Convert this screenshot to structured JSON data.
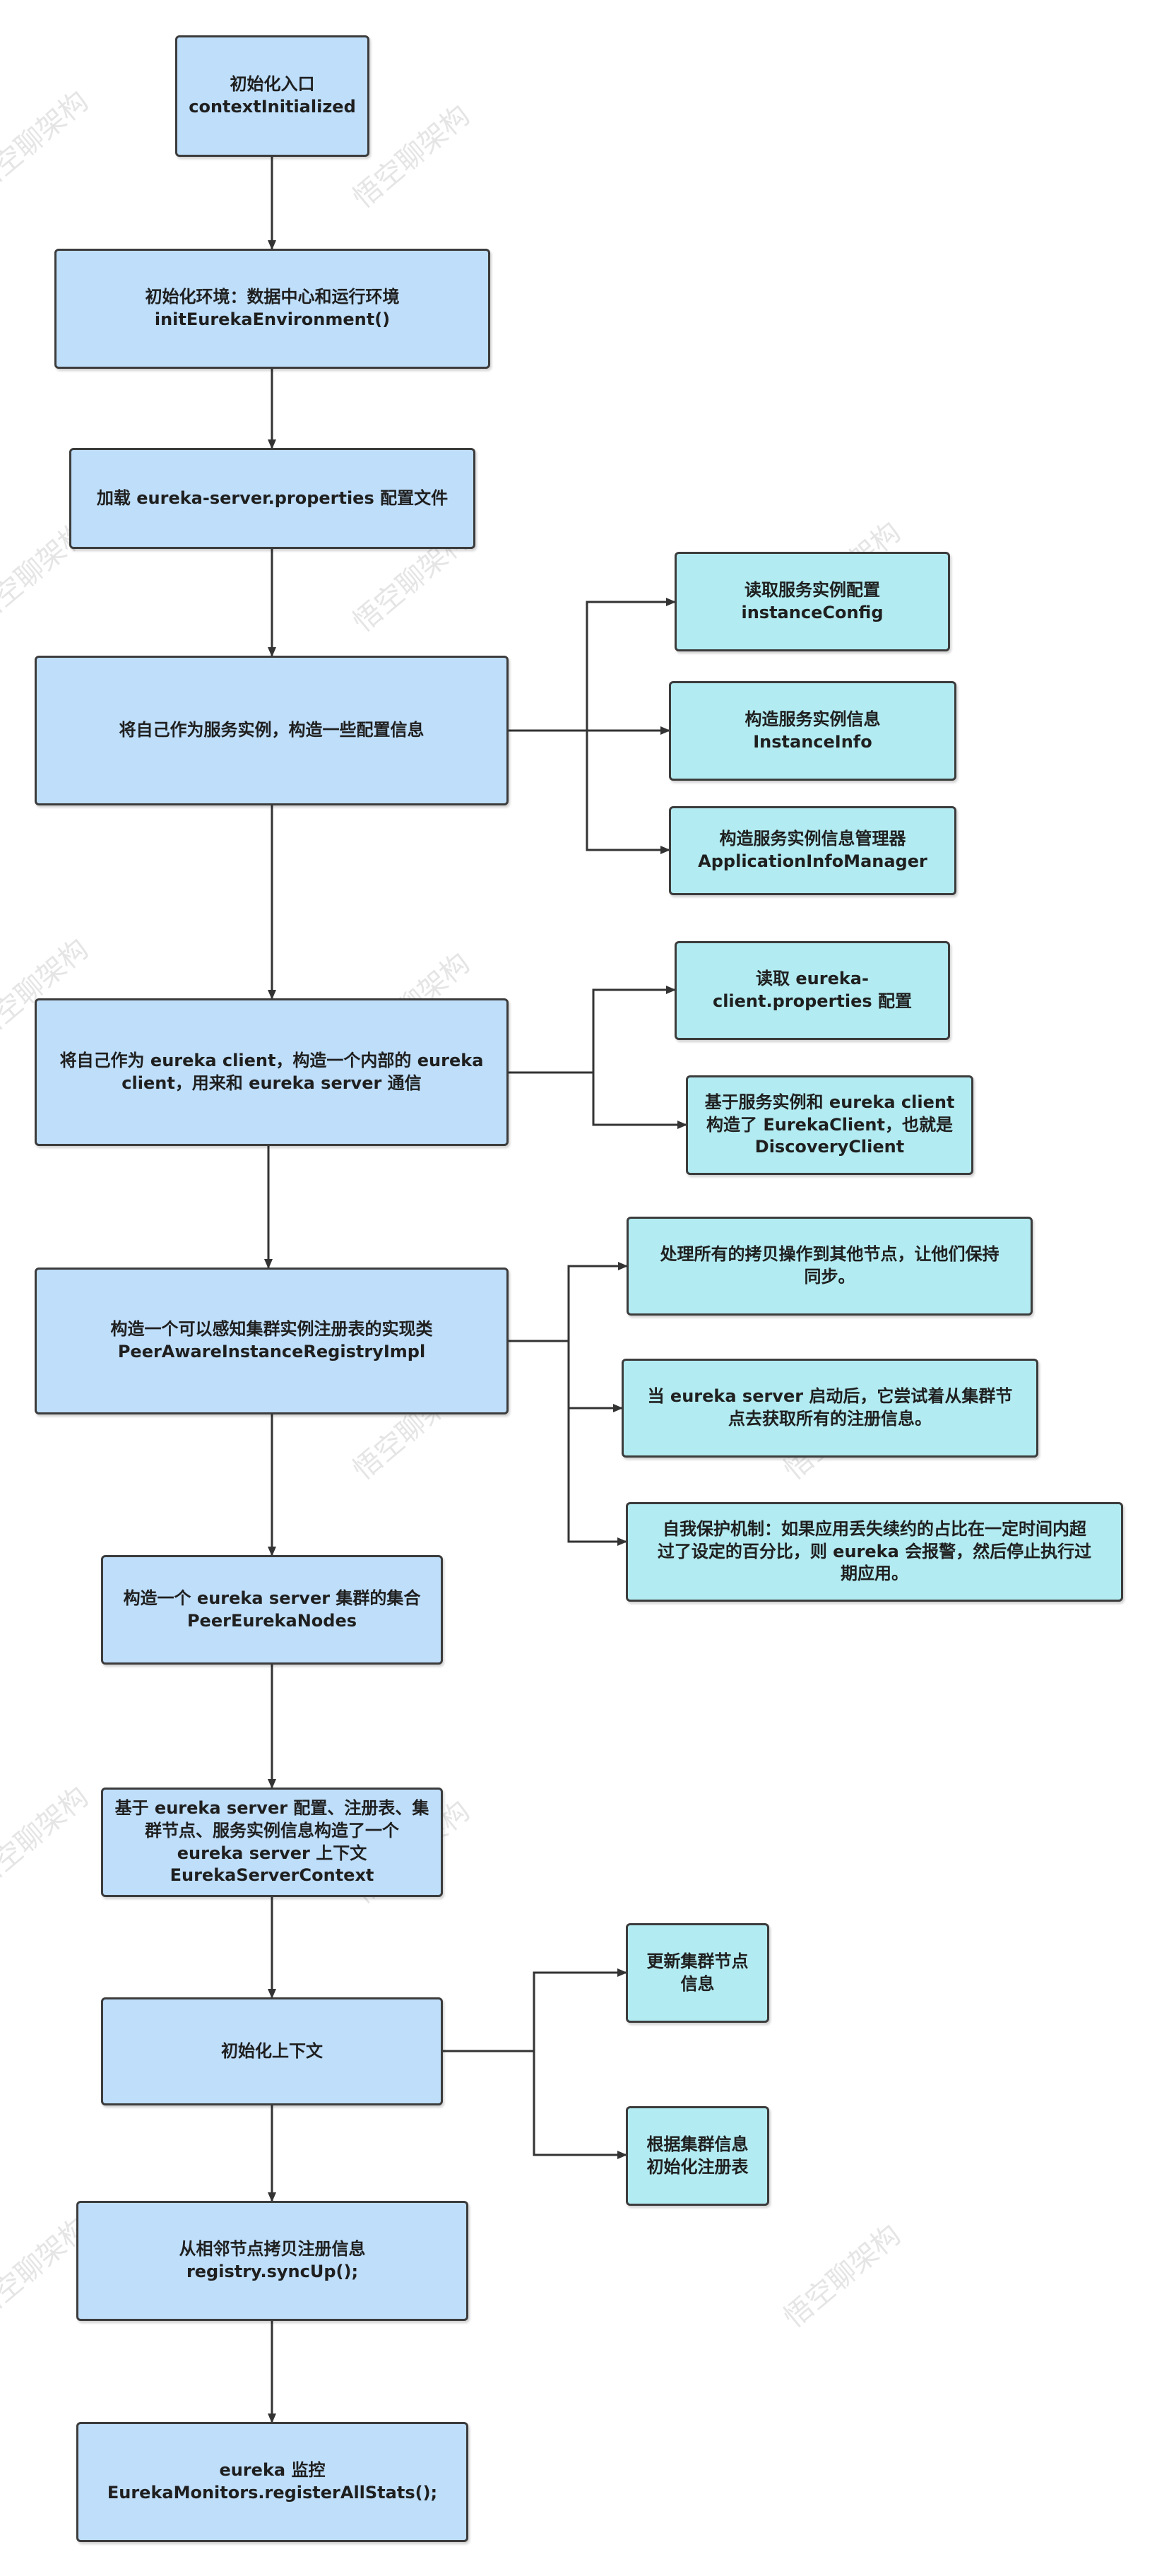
{
  "watermark": "悟空聊架构",
  "nodes": {
    "entry": "初始化入口\ncontextInitialized",
    "env": "初始化环境：数据中心和运行环境\ninitEurekaEnvironment()",
    "load_props": "加载 eureka-server.properties 配置文件",
    "self_instance": "将自己作为服务实例，构造一些配置信息",
    "read_instance_config": "读取服务实例配置\ninstanceConfig",
    "build_instance_info": "构造服务实例信息\nInstanceInfo",
    "build_info_manager": "构造服务实例信息管理器\nApplicationInfoManager",
    "self_client": "将自己作为 eureka client，构造一个内部的 eureka\nclient，用来和 eureka server 通信",
    "read_client_props": "读取 eureka-\nclient.properties 配置",
    "build_eureka_client": "基于服务实例和 eureka client\n构造了 EurekaClient，也就是\nDiscoveryClient",
    "registry_impl": "构造一个可以感知集群实例注册表的实现类\nPeerAwareInstanceRegistryImpl",
    "copy_ops": "处理所有的拷贝操作到其他节点，让他们保持\n同步。",
    "fetch_registry": "当 eureka server 启动后，它尝试着从集群节\n点去获取所有的注册信息。",
    "self_protect": "自我保护机制：如果应用丢失续约的占比在一定时间内超\n过了设定的百分比，则 eureka 会报警，然后停止执行过\n期应用。",
    "peer_nodes": "构造一个 eureka server 集群的集合\nPeerEurekaNodes",
    "server_context": "基于 eureka server 配置、注册表、集\n群节点、服务实例信息构造了一个\neureka server 上下文\nEurekaServerContext",
    "init_context": "初始化上下文",
    "update_nodes": "更新集群节点\n信息",
    "init_registry": "根据集群信息\n初始化注册表",
    "sync_up": "从相邻节点拷贝注册信息\nregistry.syncUp();",
    "monitor": "eureka 监控\nEurekaMonitors.registerAllStats();"
  }
}
